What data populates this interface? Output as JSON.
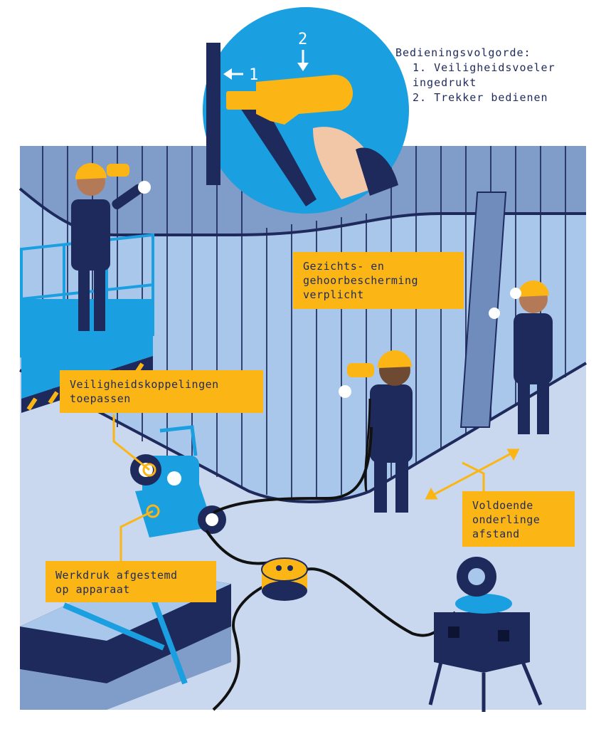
{
  "sequence": {
    "title": "Bedieningsvolgorde:",
    "steps": [
      "1. Veiligheidsvoeler\ningedrukt",
      "2. Trekker bedienen"
    ]
  },
  "step_markers": {
    "first": "1",
    "second": "2"
  },
  "labels": {
    "face_hearing": "Gezichts- en\ngehoorbescherming\nverplicht",
    "couplings": "Veiligheidskoppelingen\ntoepassen",
    "pressure": "Werkdruk afgestemd\nop apparaat",
    "distance": "Voldoende\nonderlinge\nafstand"
  },
  "colors": {
    "navy": "#1f2a5c",
    "accent_yellow": "#fbb616",
    "circle_blue": "#1a9fe0",
    "wall_light": "#a9c7ea",
    "floor": "#c9d8ee"
  }
}
